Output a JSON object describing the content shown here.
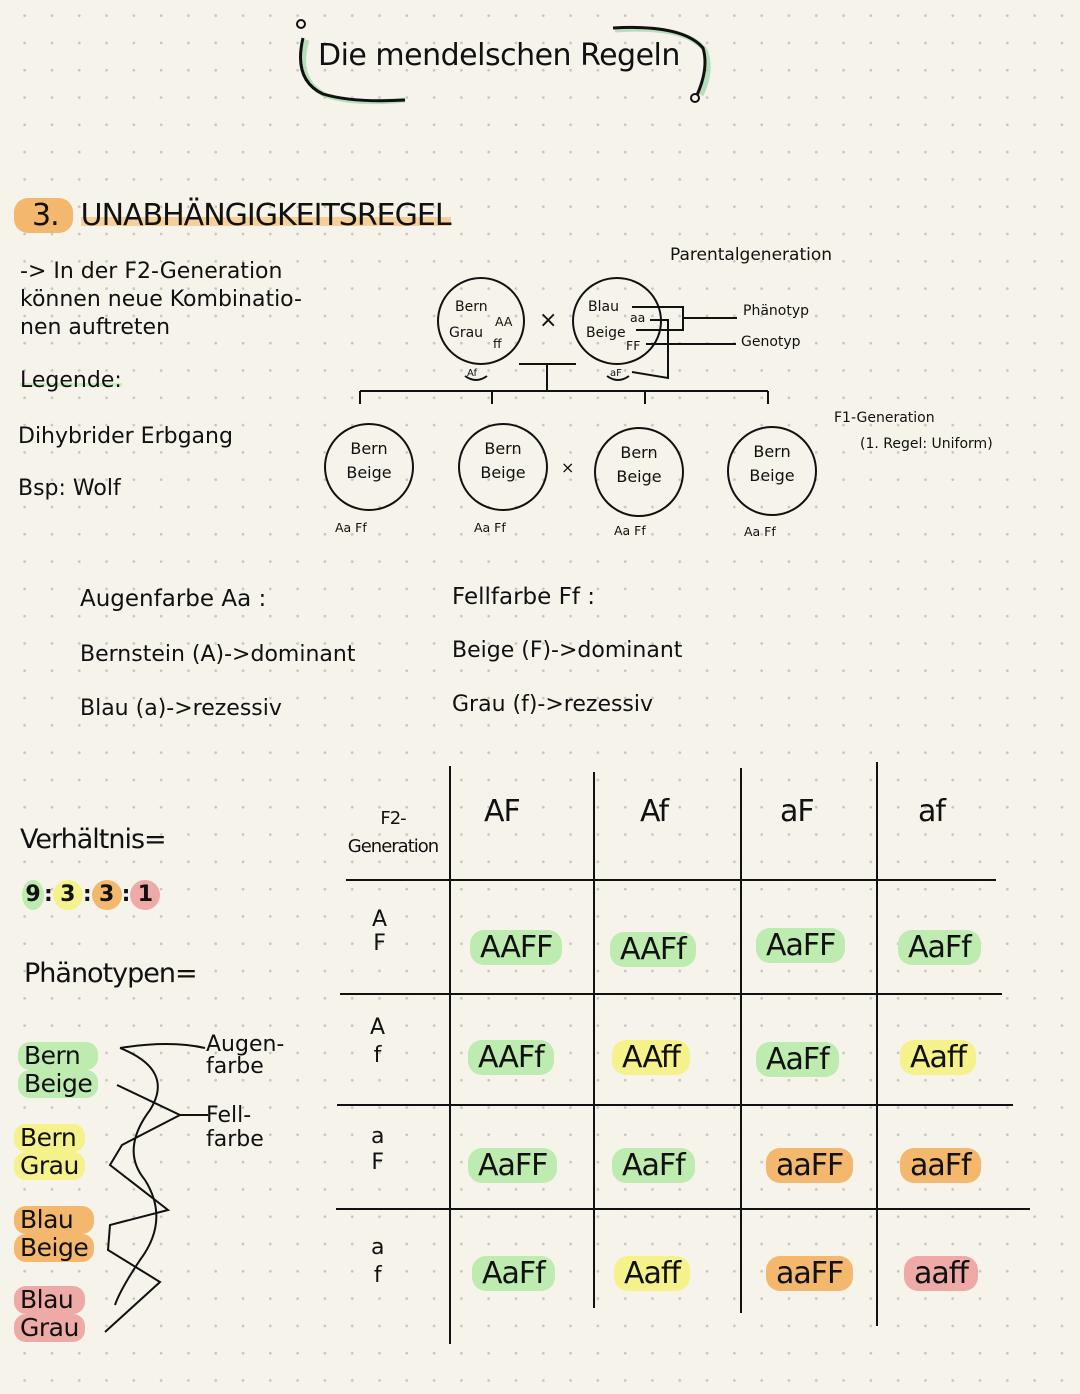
{
  "header": {
    "title": "Die mendelschen Regeln"
  },
  "section": {
    "number": "3.",
    "title": "UNABHÄNGIGKEITSREGEL",
    "intro": [
      "-> In der F2-Generation",
      "können neue Kombinatio-",
      "nen auftreten"
    ],
    "legend_label": "Legende:",
    "inheritance": "Dihybrider Erbgang",
    "example": "Bsp: Wolf"
  },
  "parental": {
    "label": "Parentalgeneration",
    "parent1": {
      "eye": "Bern",
      "fur": "Grau",
      "eye_genotype": "AA",
      "fur_genotype": "ff",
      "gamete": "Af"
    },
    "cross_symbol": "×",
    "parent2": {
      "eye": "Blau",
      "fur": "Beige",
      "eye_genotype": "aa",
      "fur_genotype": "FF",
      "gamete": "aF"
    },
    "phenotype_label": "Phänotyp",
    "genotype_label": "Genotyp"
  },
  "f1": {
    "label": "F1-Generation",
    "note": "(1. Regel: Uniform)",
    "cross_symbol": "×",
    "offspring": [
      {
        "line1": "Bern",
        "line2": "Beige",
        "genotype": "Aa Ff"
      },
      {
        "line1": "Bern",
        "line2": "Beige",
        "genotype": "Aa Ff"
      },
      {
        "line1": "Bern",
        "line2": "Beige",
        "genotype": "Aa Ff"
      },
      {
        "line1": "Bern",
        "line2": "Beige",
        "genotype": "Aa Ff"
      }
    ]
  },
  "traits": {
    "eye": {
      "heading": "Augenfarbe Aa :",
      "dominant": "Bernstein (A)->dominant",
      "recessive": "Blau (a)->rezessiv"
    },
    "fur": {
      "heading": "Fellfarbe Ff :",
      "dominant": "Beige (F)->dominant",
      "recessive": "Grau (f)->rezessiv"
    }
  },
  "ratio": {
    "label": "Verhältnis=",
    "values": [
      "9",
      "3",
      "3",
      "1"
    ],
    "separator": ":",
    "colors": [
      "#bdebb0",
      "#f5f28c",
      "#f3b86e",
      "#eeaaa7"
    ]
  },
  "phenotypes": {
    "label": "Phänotypen=",
    "items": [
      {
        "line1": "Bern",
        "line2": "Beige",
        "color": "#bdebb0"
      },
      {
        "line1": "Bern",
        "line2": "Grau",
        "color": "#f5f28c"
      },
      {
        "line1": "Blau",
        "line2": "Beige",
        "color": "#f3b86e"
      },
      {
        "line1": "Blau",
        "line2": "Grau",
        "color": "#eeaaa7"
      }
    ],
    "eye_label": [
      "Augen-",
      "farbe"
    ],
    "fur_label": [
      "Fell-",
      "farbe"
    ]
  },
  "punnett": {
    "corner": [
      "F2-",
      "Generation"
    ],
    "columns": [
      "AF",
      "Af",
      "aF",
      "af"
    ],
    "rows": [
      {
        "header": [
          "A",
          "F"
        ],
        "cells": [
          {
            "value": "AAFF",
            "color": "#bdebb0"
          },
          {
            "value": "AAFf",
            "color": "#bdebb0"
          },
          {
            "value": "AaFF",
            "color": "#bdebb0"
          },
          {
            "value": "AaFf",
            "color": "#bdebb0"
          }
        ]
      },
      {
        "header": [
          "A",
          "f"
        ],
        "cells": [
          {
            "value": "AAFf",
            "color": "#bdebb0"
          },
          {
            "value": "AAff",
            "color": "#f5f28c"
          },
          {
            "value": "AaFf",
            "color": "#bdebb0"
          },
          {
            "value": "Aaff",
            "color": "#f5f28c"
          }
        ]
      },
      {
        "header": [
          "a",
          "F"
        ],
        "cells": [
          {
            "value": "AaFF",
            "color": "#bdebb0"
          },
          {
            "value": "AaFf",
            "color": "#bdebb0"
          },
          {
            "value": "aaFF",
            "color": "#f3b86e"
          },
          {
            "value": "aaFf",
            "color": "#f3b86e"
          }
        ]
      },
      {
        "header": [
          "a",
          "f"
        ],
        "cells": [
          {
            "value": "AaFf",
            "color": "#bdebb0"
          },
          {
            "value": "Aaff",
            "color": "#f5f28c"
          },
          {
            "value": "aaFF",
            "color": "#f3b86e"
          },
          {
            "value": "aaff",
            "color": "#eeaaa7"
          }
        ]
      }
    ]
  }
}
